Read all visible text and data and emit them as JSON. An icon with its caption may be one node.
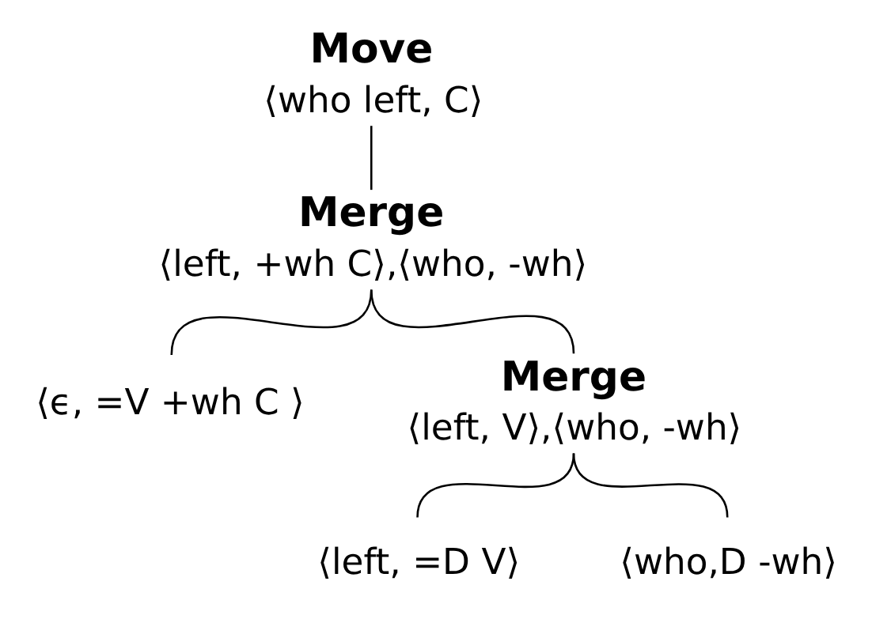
{
  "diagram": {
    "nodes": [
      {
        "text": [
          "Move",
          "⟨who left, C⟩"
        ]
      },
      {
        "text": [
          "Merge",
          "⟨left, +wh C⟩,⟨who, -wh⟩"
        ]
      },
      {
        "text": [
          "⟨ϵ, =V +wh C ⟩"
        ]
      },
      {
        "text": [
          "Merge",
          "⟨left, V⟩,⟨who, -wh⟩"
        ]
      },
      {
        "text": [
          "⟨left, =D V⟩"
        ]
      },
      {
        "text": [
          "⟨who,D -wh⟩"
        ]
      }
    ],
    "edges": [
      {
        "from": 0,
        "to": 1,
        "arrow": "none"
      },
      {
        "from": 1,
        "to": 2,
        "arrow": "none"
      },
      {
        "from": 1,
        "to": 3,
        "arrow": "none"
      },
      {
        "from": 3,
        "to": 4,
        "arrow": "none"
      },
      {
        "from": 3,
        "to": 5,
        "arrow": "none"
      }
    ]
  }
}
